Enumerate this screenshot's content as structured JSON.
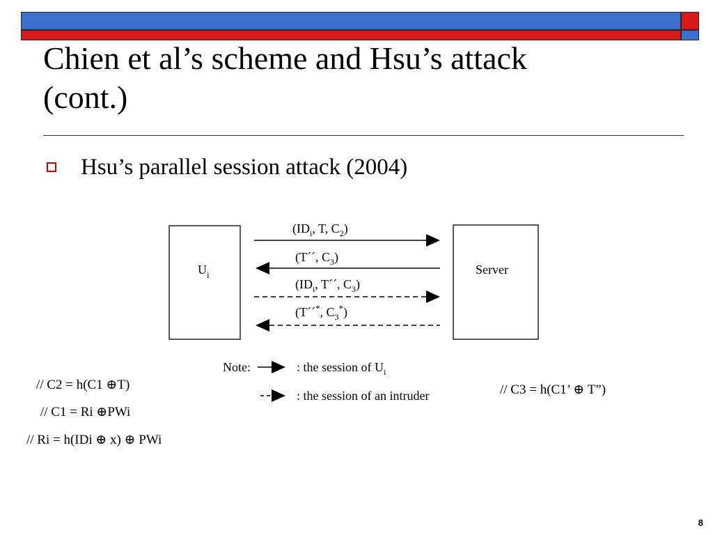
{
  "title": {
    "line1": "Chien et al’s scheme and Hsu’s attack",
    "line2": "(cont.)"
  },
  "bullet": {
    "text": "Hsu’s parallel session attack (2004)"
  },
  "diagram": {
    "user_label": "U",
    "user_subscript": "i",
    "server_label": "Server",
    "messages": [
      {
        "parts": [
          "(ID",
          "i",
          ", T, C",
          "2",
          ")"
        ],
        "direction": "to-server",
        "style": "solid"
      },
      {
        "parts": [
          "(T´´, C",
          "3",
          ")"
        ],
        "direction": "to-user",
        "style": "solid"
      },
      {
        "parts": [
          "(ID",
          "i",
          ", T´´, C",
          "3",
          ")"
        ],
        "direction": "to-server",
        "style": "dashed"
      },
      {
        "parts": [
          "(T´´",
          "*",
          ", C",
          "3",
          "*",
          ")"
        ],
        "direction": "to-user",
        "style": "dashed"
      }
    ],
    "legend": {
      "note_label": "Note:",
      "solid_text": ": the session of U",
      "solid_subscript": "i",
      "dashed_text": ": the session of an intruder"
    }
  },
  "notes": {
    "c2": "// C2 = h(C1 ⊕T)",
    "c1": "// C1 = Ri ⊕PWi",
    "ri": "// Ri = h(IDi ⊕ x) ⊕ PWi",
    "c3": "// C3 = h(C1’ ⊕ T”)"
  },
  "page_number": "8"
}
